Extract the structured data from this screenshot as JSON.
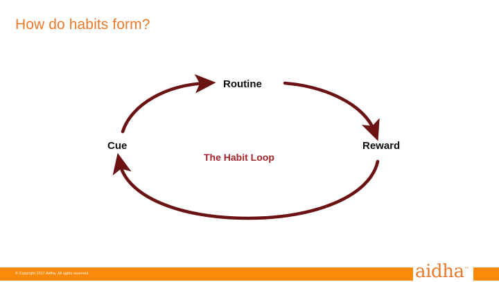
{
  "slide": {
    "title": "How do habits form?",
    "title_color": "#E8792A",
    "background": "#ffffff"
  },
  "diagram": {
    "name": "habit-loop",
    "center_label": "The Habit Loop",
    "center_label_color": "#A52128",
    "arrow_color": "#6B1212",
    "nodes": [
      {
        "id": "cue",
        "label": "Cue"
      },
      {
        "id": "routine",
        "label": "Routine"
      },
      {
        "id": "reward",
        "label": "Reward"
      }
    ],
    "arrows": [
      {
        "from": "Cue",
        "to": "Routine"
      },
      {
        "from": "Routine",
        "to": "Reward"
      },
      {
        "from": "Reward",
        "to": "Cue"
      }
    ]
  },
  "footer": {
    "copyright": "© Copyright 2017 Aidha. All rights reserved.",
    "bar_color": "#F98A0A",
    "brand": "aidha",
    "brand_tm": "™",
    "brand_color": "#E8792A"
  }
}
